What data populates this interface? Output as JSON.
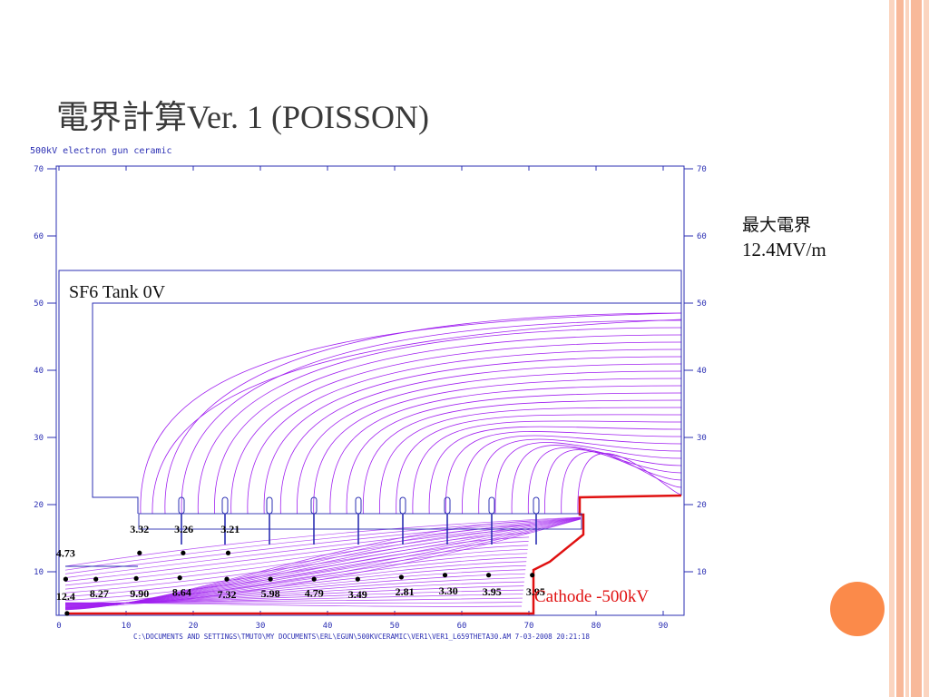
{
  "slide": {
    "title": "電界計算Ver. 1 (POISSON)",
    "side_label": "最大電界",
    "side_value": "12.4MV/m"
  },
  "plot": {
    "header": "500kV electron gun ceramic",
    "footer": "C:\\DOCUMENTS AND SETTINGS\\TMUTO\\MY DOCUMENTS\\ERL\\EGUN\\500KVCERAMIC\\VER1\\VER1_L659THETA30.AM  7-03-2008  20:21:18",
    "tank_label": "SF6 Tank 0V",
    "cathode_label": "Cathode -500kV",
    "x_ticks": [
      "0",
      "10",
      "20",
      "30",
      "40",
      "50",
      "60",
      "70",
      "80",
      "90"
    ],
    "y_ticks": [
      "10",
      "20",
      "30",
      "40",
      "50",
      "60",
      "70"
    ],
    "field_values": [
      {
        "text": "4.73",
        "point": [
          1,
          8.9
        ],
        "label": [
          1,
          12.2
        ]
      },
      {
        "text": "8.27",
        "point": [
          5.5,
          8.9
        ],
        "label": [
          6,
          6.2
        ]
      },
      {
        "text": "9.90",
        "point": [
          11.5,
          9
        ],
        "label": [
          12,
          6.2
        ]
      },
      {
        "text": "3.32",
        "point": [
          12,
          12.8
        ],
        "label": [
          12,
          15.8
        ]
      },
      {
        "text": "8.64",
        "point": [
          18,
          9.1
        ],
        "label": [
          18.3,
          6.4
        ]
      },
      {
        "text": "3.26",
        "point": [
          18.5,
          12.8
        ],
        "label": [
          18.6,
          15.8
        ]
      },
      {
        "text": "7.32",
        "point": [
          25,
          8.9
        ],
        "label": [
          25,
          6.1
        ]
      },
      {
        "text": "3.21",
        "point": [
          25.2,
          12.8
        ],
        "label": [
          25.5,
          15.8
        ]
      },
      {
        "text": "5.98",
        "point": [
          31.5,
          8.9
        ],
        "label": [
          31.5,
          6.2
        ]
      },
      {
        "text": "4.79",
        "point": [
          38,
          8.9
        ],
        "label": [
          38,
          6.3
        ]
      },
      {
        "text": "3.49",
        "point": [
          44.5,
          8.9
        ],
        "label": [
          44.5,
          6.1
        ]
      },
      {
        "text": "2.81",
        "point": [
          51,
          9.2
        ],
        "label": [
          51.5,
          6.5
        ]
      },
      {
        "text": "3.30",
        "point": [
          57.5,
          9.5
        ],
        "label": [
          58,
          6.6
        ]
      },
      {
        "text": "3.95",
        "point": [
          64,
          9.5
        ],
        "label": [
          64.5,
          6.5
        ]
      },
      {
        "text": "3.95",
        "point": [
          70.5,
          9.5
        ],
        "label": [
          71,
          6.5
        ]
      },
      {
        "text": "12.4",
        "point": [
          1.2,
          3.8
        ],
        "label": [
          1,
          5.8
        ]
      }
    ]
  },
  "colors": {
    "frame": "#2b2fb3",
    "field_lines": "#a020f0",
    "cathode": "#e01010",
    "accent_orange": "#fb8a4a"
  }
}
